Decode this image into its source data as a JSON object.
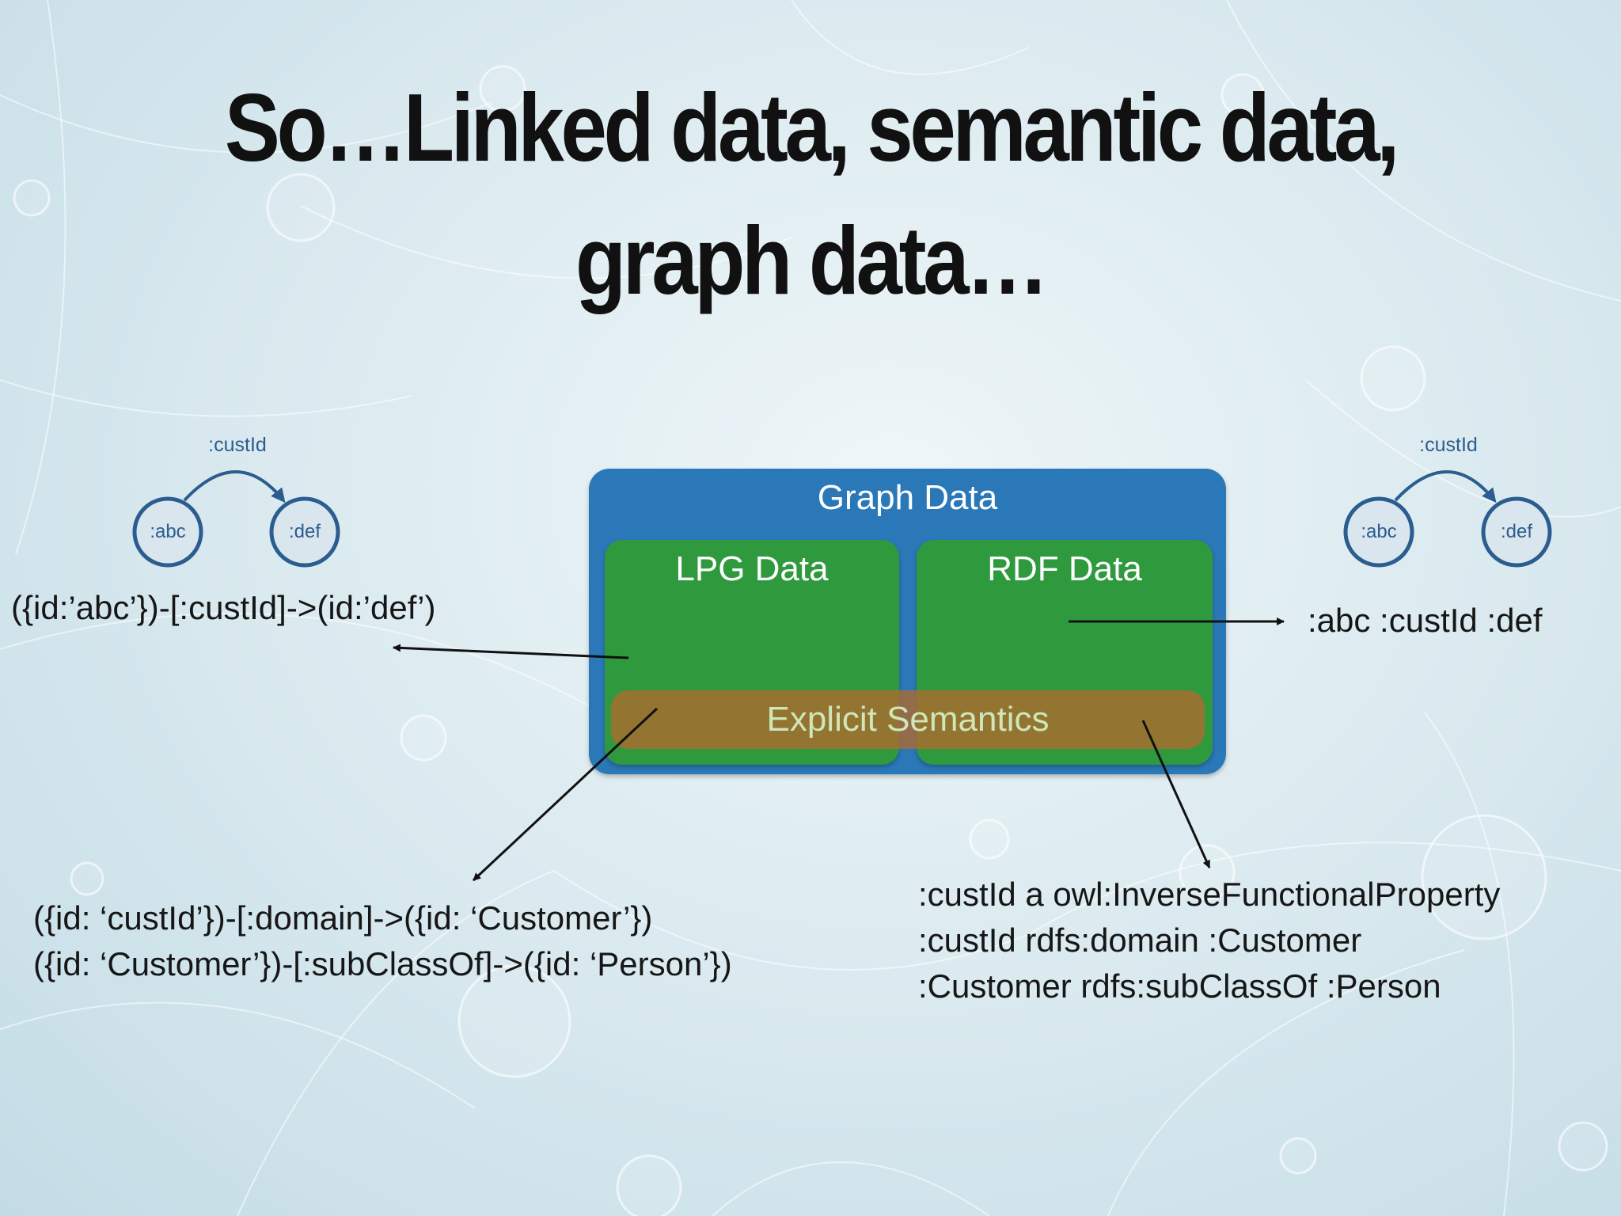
{
  "title": {
    "line1": "So…Linked data, semantic data,",
    "line2": "graph data…"
  },
  "diagram": {
    "outer_box": {
      "label": "Graph Data",
      "color": "#2b78b8"
    },
    "lpg_box": {
      "label": "LPG Data",
      "color": "#2f9a3e"
    },
    "rdf_box": {
      "label": "RDF Data",
      "color": "#2f9a3e"
    },
    "semantics_bar": {
      "label": "Explicit Semantics",
      "color": "#a8723b"
    },
    "left_graph": {
      "edge_label": ":custId",
      "node_a": ":abc",
      "node_b": ":def"
    },
    "right_graph": {
      "edge_label": ":custId",
      "node_a": ":abc",
      "node_b": ":def"
    },
    "lpg_instance": "({id:’abc’})-[:custId]->(id:’def’)",
    "rdf_instance": ":abc :custId :def",
    "lpg_schema": [
      "({id: ‘custId’})-[:domain]->({id: ‘Customer’})",
      "({id: ‘Customer’})-[:subClassOf]->({id: ‘Person’})"
    ],
    "rdf_schema": [
      ":custId a owl:InverseFunctionalProperty",
      ":custId rdfs:domain :Customer",
      ":Customer rdfs:subClassOf :Person"
    ]
  }
}
